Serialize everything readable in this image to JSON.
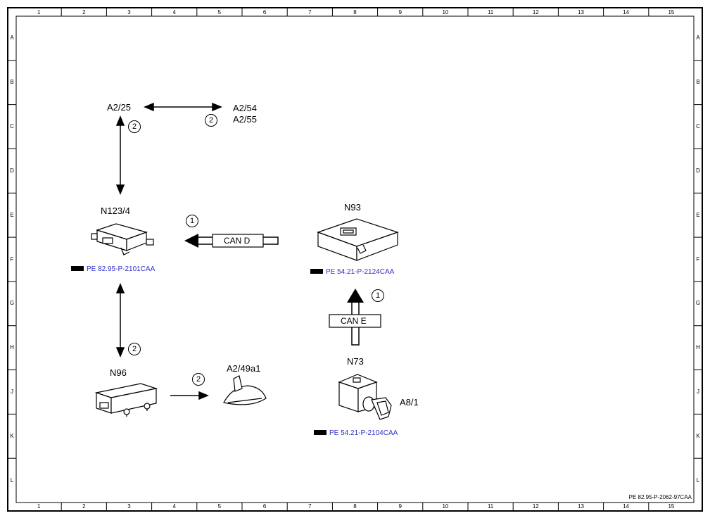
{
  "grid": {
    "columns": [
      "1",
      "2",
      "3",
      "4",
      "5",
      "6",
      "7",
      "8",
      "9",
      "10",
      "11",
      "12",
      "13",
      "14",
      "15"
    ],
    "rows": [
      "A",
      "B",
      "C",
      "D",
      "E",
      "F",
      "G",
      "H",
      "J",
      "K",
      "L"
    ]
  },
  "components": {
    "a2_25": "A2/25",
    "a2_54": "A2/54",
    "a2_55": "A2/55",
    "n123_4": "N123/4",
    "n93": "N93",
    "n96": "N96",
    "a2_49a1": "A2/49a1",
    "n73": "N73",
    "a8_1": "A8/1"
  },
  "references": {
    "n123_4": "PE 82.95-P-2101CAA",
    "n93": "PE 54.21-P-2124CAA",
    "n73": "PE 54.21-P-2104CAA"
  },
  "buses": {
    "can_d": "CAN D",
    "can_e": "CAN E"
  },
  "markers": {
    "one": "1",
    "two": "2"
  },
  "document_number": "PE 82.95-P-2062-97CAA"
}
